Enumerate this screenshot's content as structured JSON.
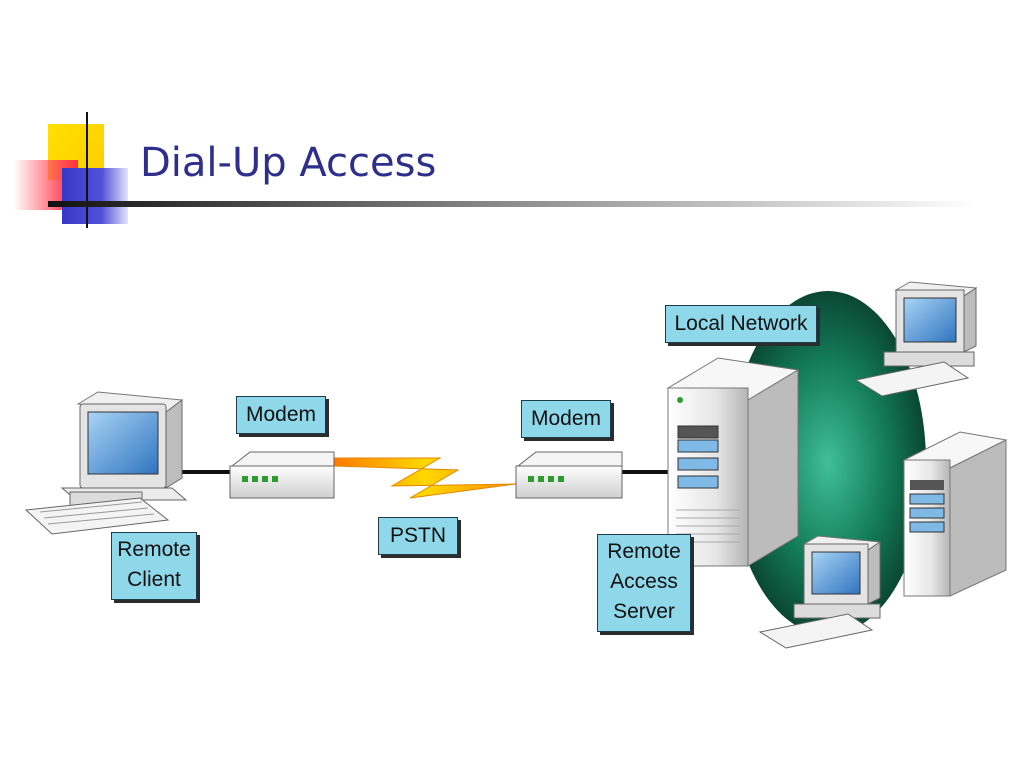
{
  "slide": {
    "title": "Dial-Up Access"
  },
  "labels": {
    "remote_client": [
      "Remote",
      "Client"
    ],
    "modem_left": "Modem",
    "pstn": "PSTN",
    "modem_right": "Modem",
    "remote_access_server": [
      "Remote",
      "Access",
      "Server"
    ],
    "local_network": "Local Network"
  },
  "colors": {
    "title": "#2e2e8c",
    "label_fill": "#8fd8ea",
    "network_cloud": "#0d4a36",
    "lightning": "#f0b020"
  }
}
